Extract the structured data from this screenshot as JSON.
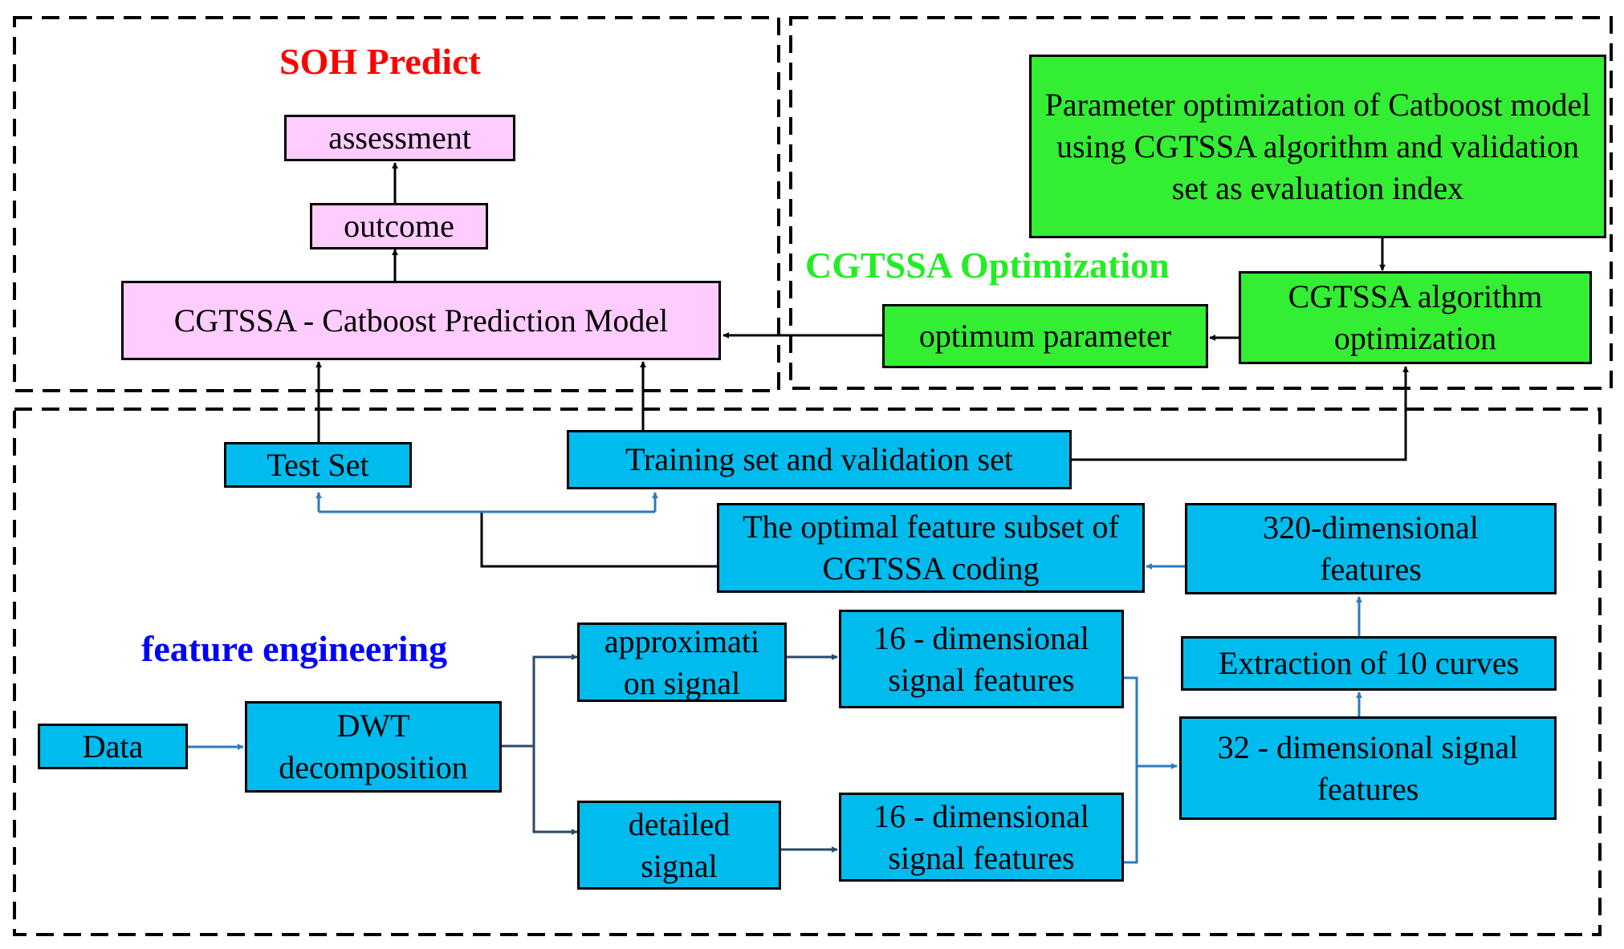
{
  "colors": {
    "pink": "#ffccff",
    "green": "#33ee33",
    "blue": "#00bbee",
    "title_red": "#ff0000",
    "title_green": "#22ee22",
    "title_blue": "#0000ff",
    "blue_arrow": "#2a7bbf",
    "dark_arrow": "#2a4a6a"
  },
  "regions": {
    "soh": "SOH Predict",
    "cgtssa": "CGTSSA Optimization",
    "feature": "feature engineering"
  },
  "boxes": {
    "assessment": "assessment",
    "outcome": "outcome",
    "prediction_model": "CGTSSA - Catboost Prediction Model",
    "param_opt": "Parameter optimization of Catboost model using CGTSSA algorithm and validation set as evaluation index",
    "cgtssa_algo": "CGTSSA algorithm optimization",
    "optimum_param": "optimum parameter",
    "test_set": "Test Set",
    "train_val": "Training set and validation set",
    "optimal_subset": "The optimal feature subset of CGTSSA coding",
    "dim320": "320-dimensional features",
    "extraction": "Extraction of 10 curves",
    "dim32": "32 - dimensional signal features",
    "data": "Data",
    "dwt": "DWT decomposition",
    "approx": "approximati on signal",
    "detailed": "detailed signal",
    "dim16_a": "16 - dimensional signal features",
    "dim16_b": "16 - dimensional signal features"
  }
}
